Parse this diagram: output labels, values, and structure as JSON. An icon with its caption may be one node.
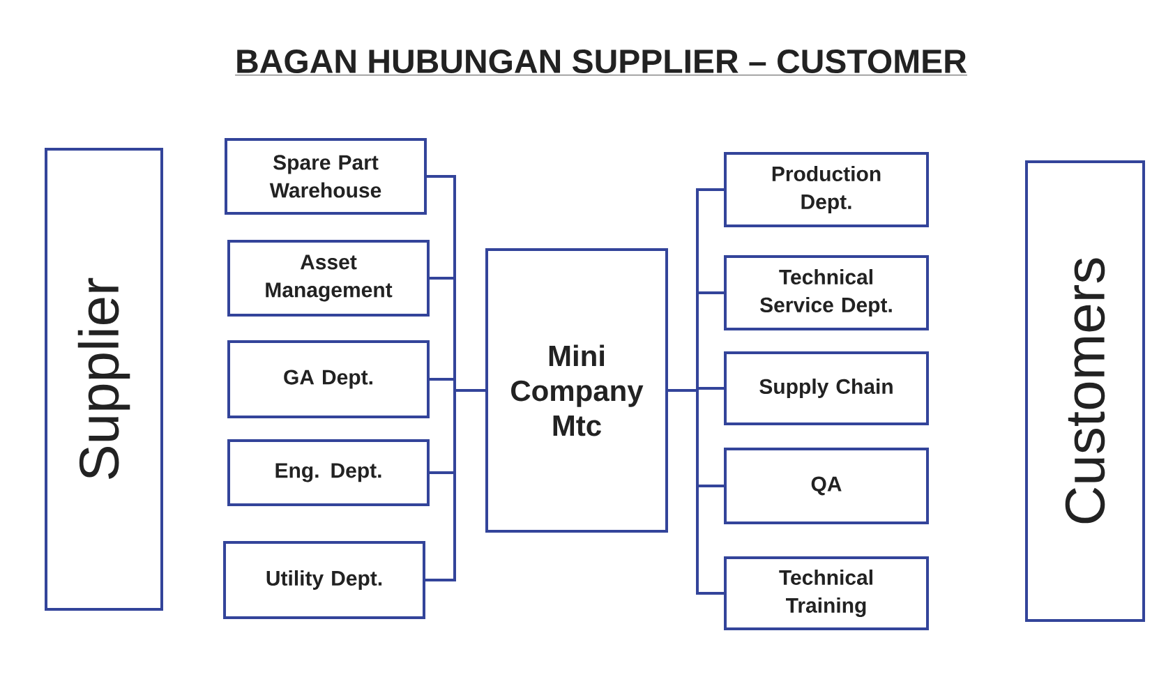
{
  "diagram": {
    "title": "BAGAN HUBUNGAN SUPPLIER – CUSTOMER",
    "nodes": [
      {
        "text": [
          "Supplier"
        ]
      },
      {
        "text": [
          "Spare Part Warehouse"
        ]
      },
      {
        "text": [
          "Asset Management"
        ]
      },
      {
        "text": [
          "GA Dept."
        ]
      },
      {
        "text": [
          "Eng. Dept."
        ]
      },
      {
        "text": [
          "Utility Dept."
        ]
      },
      {
        "text": [
          "Mini Company Mtc"
        ]
      },
      {
        "text": [
          "Production Dept."
        ]
      },
      {
        "text": [
          "Technical Service Dept."
        ]
      },
      {
        "text": [
          "Supply Chain"
        ]
      },
      {
        "text": [
          "QA"
        ]
      },
      {
        "text": [
          "Technical Training"
        ]
      },
      {
        "text": [
          "Customers"
        ]
      }
    ],
    "edges": [
      {
        "from": 1,
        "to": 6,
        "arrow": "none"
      },
      {
        "from": 2,
        "to": 6,
        "arrow": "none"
      },
      {
        "from": 3,
        "to": 6,
        "arrow": "none"
      },
      {
        "from": 4,
        "to": 6,
        "arrow": "none"
      },
      {
        "from": 5,
        "to": 6,
        "arrow": "none"
      },
      {
        "from": 6,
        "to": 7,
        "arrow": "none"
      },
      {
        "from": 6,
        "to": 8,
        "arrow": "none"
      },
      {
        "from": 6,
        "to": 9,
        "arrow": "none"
      },
      {
        "from": 6,
        "to": 10,
        "arrow": "none"
      },
      {
        "from": 6,
        "to": 11,
        "arrow": "none"
      }
    ]
  }
}
